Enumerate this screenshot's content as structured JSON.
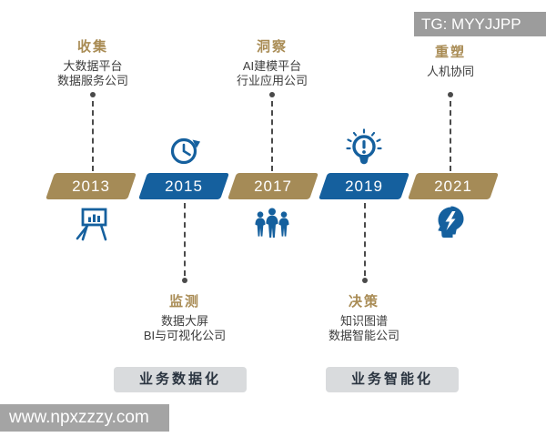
{
  "colors": {
    "gold": "#A58B57",
    "blue": "#15609E",
    "title_gold": "#A98C55",
    "body_text": "#3C3C3C",
    "connector": "#4A4A4A",
    "phase_box_bg": "#D9DBDD",
    "phase_box_text": "#2A3440",
    "watermark_bg": "#9C9C9C",
    "year_text": "#FFFFFF"
  },
  "watermark_tg": {
    "text": "TG: MYYJJPP"
  },
  "watermark_site": {
    "text": "www.npxzzzy.com"
  },
  "top_labels": [
    {
      "title": "收集",
      "lines": [
        "大数据平台",
        "数据服务公司"
      ]
    },
    {
      "title": "洞察",
      "lines": [
        "AI建模平台",
        "行业应用公司"
      ]
    },
    {
      "title": "重塑",
      "lines": [
        "人机协同"
      ]
    }
  ],
  "bottom_labels": [
    {
      "title": "监测",
      "lines": [
        "数据大屏",
        "BI与可视化公司"
      ]
    },
    {
      "title": "决策",
      "lines": [
        "知识图谱",
        "数据智能公司"
      ]
    }
  ],
  "timeline_years": [
    {
      "label": "2013",
      "color": "#A58B57"
    },
    {
      "label": "2015",
      "color": "#15609E"
    },
    {
      "label": "2017",
      "color": "#A58B57"
    },
    {
      "label": "2019",
      "color": "#15609E"
    },
    {
      "label": "2021",
      "color": "#A58B57"
    }
  ],
  "icons": {
    "above_2015": "clock-history",
    "above_2019": "lightbulb-alert",
    "below_2013": "presentation-board-chart",
    "below_2017": "team",
    "below_2021": "head-lightning"
  },
  "phase_boxes": [
    {
      "label": "业务数据化"
    },
    {
      "label": "业务智能化"
    }
  ]
}
